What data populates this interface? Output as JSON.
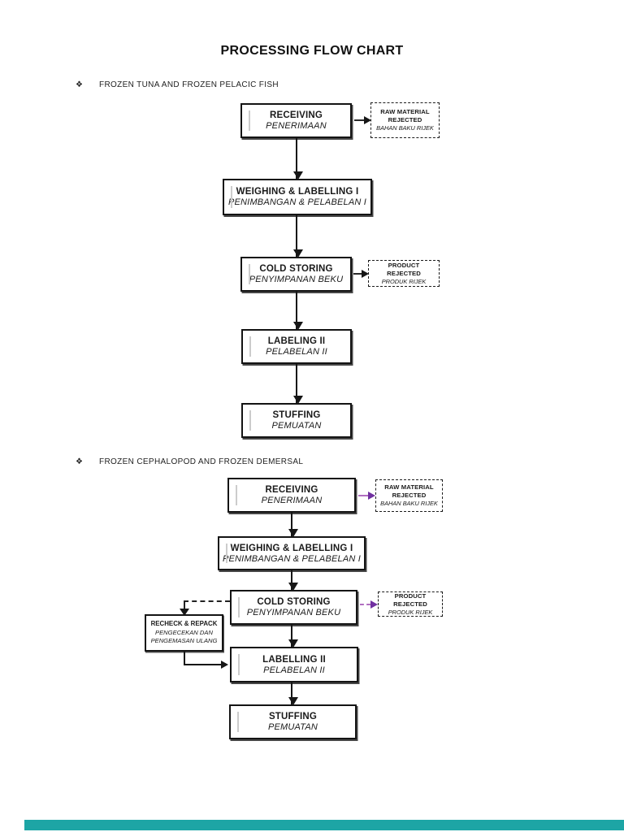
{
  "page": {
    "title": "PROCESSING FLOW CHART"
  },
  "colors": {
    "box_border": "#141414",
    "purple_arrow_head": "#7030a0",
    "purple_arrow_dash": "#b06ec0",
    "bottom_bar": "#1da5a5"
  },
  "sections": [
    {
      "bullet_icon": "❖",
      "heading": "FROZEN TUNA AND FROZEN PELACIC FISH",
      "steps": [
        {
          "label": "RECEIVING",
          "sub": "PENERIMAAN"
        },
        {
          "label": "WEIGHING & LABELLING I",
          "sub": "PENIMBANGAN & PELABELAN I"
        },
        {
          "label": "COLD STORING",
          "sub": "PENYIMPANAN BEKU"
        },
        {
          "label": "LABELING II",
          "sub": "PELABELAN II"
        },
        {
          "label": "STUFFING",
          "sub": "PEMUATAN"
        }
      ],
      "rejects": [
        {
          "label": "RAW MATERIAL REJECTED",
          "sub": "BAHAN BAKU RIJEK"
        },
        {
          "label": "PRODUCT REJECTED",
          "sub": "PRODUK RIJEK"
        }
      ]
    },
    {
      "bullet_icon": "❖",
      "heading": "FROZEN CEPHALOPOD AND FROZEN DEMERSAL",
      "steps": [
        {
          "label": "RECEIVING",
          "sub": "PENERIMAAN"
        },
        {
          "label": "WEIGHING & LABELLING I",
          "sub": "PENIMBANGAN & PELABELAN I"
        },
        {
          "label": "COLD STORING",
          "sub": "PENYIMPANAN BEKU"
        },
        {
          "label": "LABELLING II",
          "sub": "PELABELAN II"
        },
        {
          "label": "STUFFING",
          "sub": "PEMUATAN"
        }
      ],
      "rejects": [
        {
          "label": "RAW MATERIAL REJECTED",
          "sub": "BAHAN BAKU RIJEK"
        },
        {
          "label": "PRODUCT REJECTED",
          "sub": "PRODUK RIJEK"
        }
      ],
      "loop_box": {
        "label": "RECHECK & REPACK",
        "sub": "PENGECEKAN DAN PENGEMASAN ULANG"
      }
    }
  ]
}
